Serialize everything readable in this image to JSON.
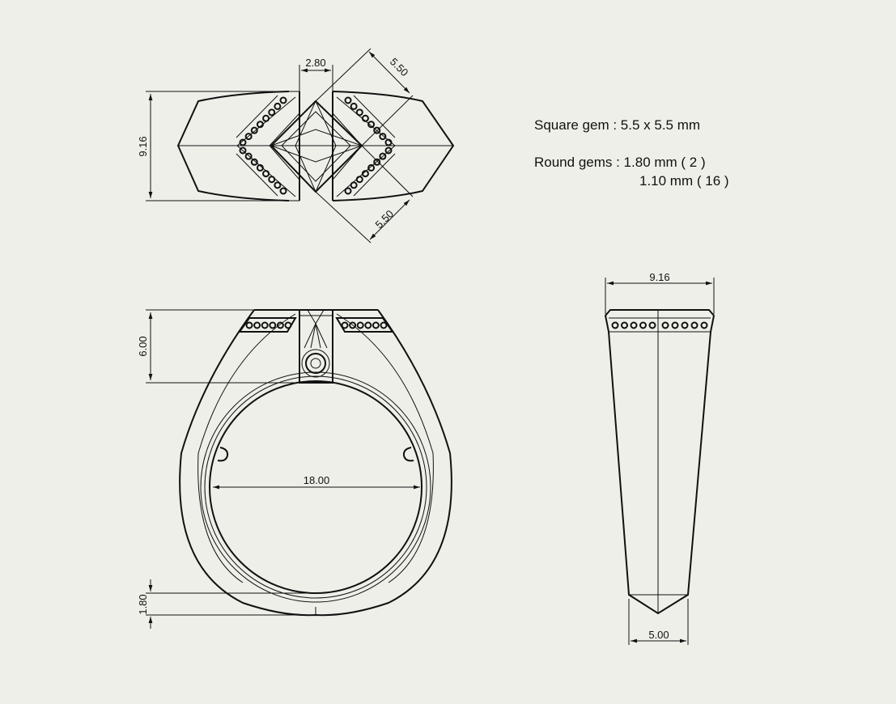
{
  "notes": {
    "square_gem": "Square gem :  5.5 x 5.5 mm",
    "round_gems": "Round gems : 1.80 mm ( 2 )",
    "round_gems_2": "1.10 mm ( 16 )"
  },
  "top_view": {
    "width_dim": "9.16",
    "gap_dim": "2.80",
    "gem_side_top": "5.50",
    "gem_side_bottom": "5.50"
  },
  "front_view": {
    "height_dim": "6.00",
    "inner_diameter": "18.00",
    "shank_thickness": "1.80"
  },
  "side_view": {
    "top_width": "9.16",
    "bottom_width": "5.00"
  },
  "colors": {
    "paper": "#efefea",
    "ink": "#111111"
  }
}
